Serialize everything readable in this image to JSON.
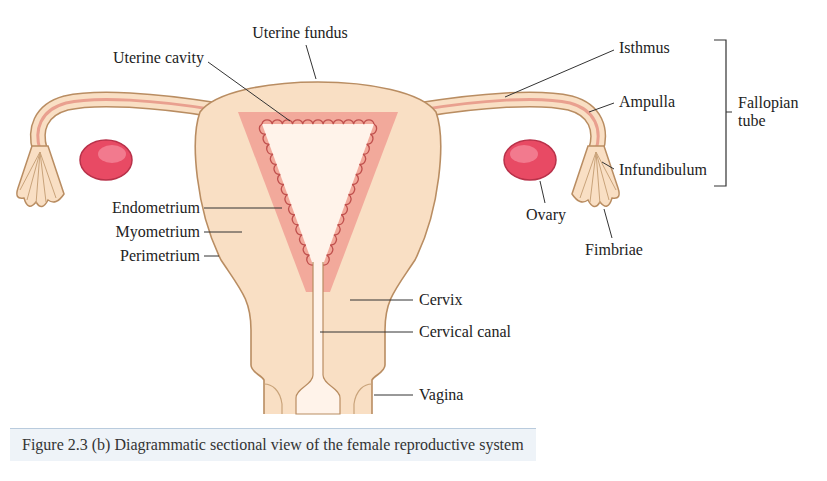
{
  "diagram": {
    "caption": "Figure 2.3 (b) Diagrammatic sectional view of the female reproductive system",
    "labels": [
      "Uterine fundus",
      "Uterine cavity",
      "Isthmus",
      "Fallopian tube",
      "Ampulla",
      "Infundibulum",
      "Endometrium",
      "Ovary",
      "Myometrium",
      "Fimbriae",
      "Perimetrium",
      "Cervix",
      "Cervical canal",
      "Vagina"
    ]
  }
}
